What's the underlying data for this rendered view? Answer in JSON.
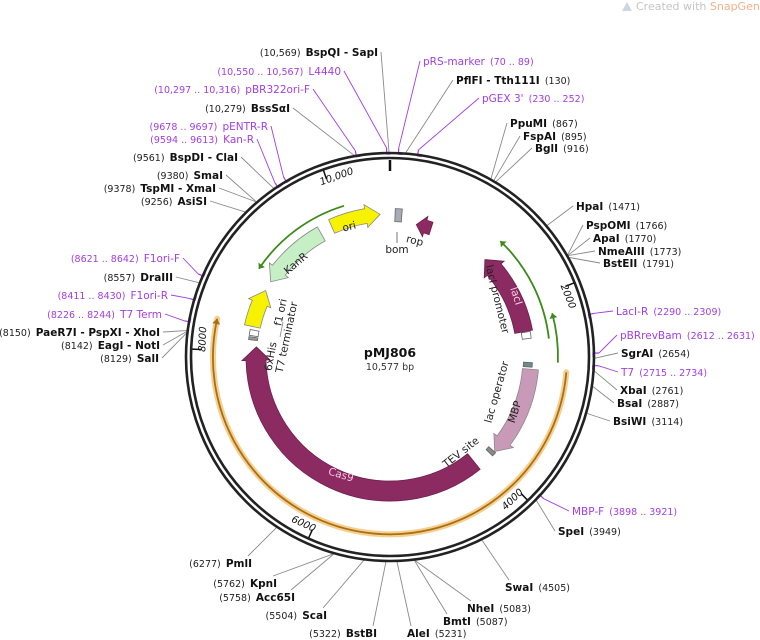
{
  "watermark": {
    "prefix": "Created with ",
    "brand": "SnapGene",
    "suffix": "®"
  },
  "plasmid": {
    "name": "pMJ806",
    "size_label": "10,577 bp",
    "length_bp": 10577
  },
  "ticks": [
    {
      "bp": 2000,
      "label": "2000"
    },
    {
      "bp": 4000,
      "label": "4000"
    },
    {
      "bp": 6000,
      "label": "6000"
    },
    {
      "bp": 8000,
      "label": "8000"
    },
    {
      "bp": 10000,
      "label": "10,000"
    }
  ],
  "colors": {
    "enzyme": "#111111",
    "primer": "#a23ee0",
    "feature_dark": "#8c2a62",
    "mbp": "#c99ab7",
    "kanr": "#c6efc6",
    "ori": "#f7f200",
    "green_arc": "#3d8a1a",
    "orange_arc": "#a86f14"
  },
  "sites": [
    {
      "type": "enzyme",
      "name": "BspQI  - SapI",
      "pos_text": "(10,569)",
      "bp": 10569
    },
    {
      "type": "primer",
      "name": "L4440",
      "pos_text": "(10,550 .. 10,567)",
      "bp": 10550
    },
    {
      "type": "primer",
      "name": "pBR322ori-F",
      "pos_text": "(10,297 .. 10,316)",
      "bp": 10297
    },
    {
      "type": "enzyme",
      "name": "BssSαI",
      "pos_text": "(10,279)",
      "bp": 10279
    },
    {
      "type": "primer",
      "name": "pENTR-R",
      "pos_text": "(9678 .. 9697)",
      "bp": 9678
    },
    {
      "type": "primer",
      "name": "Kan-R",
      "pos_text": "(9594 .. 9613)",
      "bp": 9594
    },
    {
      "type": "enzyme",
      "name": "BspDI  - ClaI",
      "pos_text": "(9561)",
      "bp": 9561
    },
    {
      "type": "enzyme",
      "name": "SmaI",
      "pos_text": "(9380)",
      "bp": 9380
    },
    {
      "type": "enzyme",
      "name": "TspMI  - XmaI",
      "pos_text": "(9378)",
      "bp": 9378
    },
    {
      "type": "enzyme",
      "name": "AsiSI",
      "pos_text": "(9256)",
      "bp": 9256
    },
    {
      "type": "primer",
      "name": "F1ori-F",
      "pos_text": "(8621 .. 8642)",
      "bp": 8621
    },
    {
      "type": "enzyme",
      "name": "DraIII",
      "pos_text": "(8557)",
      "bp": 8557
    },
    {
      "type": "primer",
      "name": "F1ori-R",
      "pos_text": "(8411 .. 8430)",
      "bp": 8411
    },
    {
      "type": "primer",
      "name": "T7 Term",
      "pos_text": "(8226 .. 8244)",
      "bp": 8226
    },
    {
      "type": "enzyme",
      "name": "PaeR7I  - PspXI  - XhoI",
      "pos_text": "(8150)",
      "bp": 8150
    },
    {
      "type": "enzyme",
      "name": "EagI  - NotI",
      "pos_text": "(8142)",
      "bp": 8142
    },
    {
      "type": "enzyme",
      "name": "SalI",
      "pos_text": "(8129)",
      "bp": 8129
    },
    {
      "type": "enzyme",
      "name": "PmlI",
      "pos_text": "(6277)",
      "bp": 6277
    },
    {
      "type": "enzyme",
      "name": "KpnI",
      "pos_text": "(5762)",
      "bp": 5762
    },
    {
      "type": "enzyme",
      "name": "Acc65I",
      "pos_text": "(5758)",
      "bp": 5758
    },
    {
      "type": "enzyme",
      "name": "ScaI",
      "pos_text": "(5504)",
      "bp": 5504
    },
    {
      "type": "enzyme",
      "name": "BstBI",
      "pos_text": "(5322)",
      "bp": 5322
    },
    {
      "type": "enzyme",
      "name": "AleI",
      "pos_text": "(5231)",
      "bp": 5231
    },
    {
      "type": "enzyme",
      "name": "BmtI",
      "pos_text": "(5087)",
      "bp": 5087
    },
    {
      "type": "enzyme",
      "name": "NheI",
      "pos_text": "(5083)",
      "bp": 5083
    },
    {
      "type": "enzyme",
      "name": "SwaI",
      "pos_text": "(4505)",
      "bp": 4505
    },
    {
      "type": "enzyme",
      "name": "SpeI",
      "pos_text": "(3949)",
      "bp": 3949
    },
    {
      "type": "primer",
      "name": "MBP-F",
      "pos_text": "(3898 .. 3921)",
      "bp": 3898
    },
    {
      "type": "enzyme",
      "name": "BsiWI",
      "pos_text": "(3114)",
      "bp": 3114
    },
    {
      "type": "enzyme",
      "name": "BsaI",
      "pos_text": "(2887)",
      "bp": 2887
    },
    {
      "type": "enzyme",
      "name": "XbaI",
      "pos_text": "(2761)",
      "bp": 2761
    },
    {
      "type": "primer",
      "name": "T7",
      "pos_text": "(2715 .. 2734)",
      "bp": 2715
    },
    {
      "type": "enzyme",
      "name": "SgrAI",
      "pos_text": "(2654)",
      "bp": 2654
    },
    {
      "type": "primer",
      "name": "pBRrevBam",
      "pos_text": "(2612 .. 2631)",
      "bp": 2612
    },
    {
      "type": "primer",
      "name": "LacI-R",
      "pos_text": "(2290 .. 2309)",
      "bp": 2290
    },
    {
      "type": "enzyme",
      "name": "BstEII",
      "pos_text": "(1791)",
      "bp": 1791
    },
    {
      "type": "enzyme",
      "name": "NmeAIII",
      "pos_text": "(1773)",
      "bp": 1773
    },
    {
      "type": "enzyme",
      "name": "ApaI",
      "pos_text": "(1770)",
      "bp": 1770
    },
    {
      "type": "enzyme",
      "name": "PspOMI",
      "pos_text": "(1766)",
      "bp": 1766
    },
    {
      "type": "enzyme",
      "name": "HpaI",
      "pos_text": "(1471)",
      "bp": 1471
    },
    {
      "type": "enzyme",
      "name": "BglI",
      "pos_text": "(916)",
      "bp": 916
    },
    {
      "type": "enzyme",
      "name": "FspAI",
      "pos_text": "(895)",
      "bp": 895
    },
    {
      "type": "enzyme",
      "name": "PpuMI",
      "pos_text": "(867)",
      "bp": 867
    },
    {
      "type": "primer",
      "name": "pGEX 3'",
      "pos_text": "(230 .. 252)",
      "bp": 230
    },
    {
      "type": "enzyme",
      "name": "PflFI  - Tth111I",
      "pos_text": "(130)",
      "bp": 130
    },
    {
      "type": "primer",
      "name": "pRS-marker",
      "pos_text": "(70 .. 89)",
      "bp": 70
    }
  ],
  "features": [
    {
      "name": "Cas9",
      "start": 4150,
      "end": 8060,
      "dir": "cw",
      "kind": "arrow",
      "color": "#8c2a62"
    },
    {
      "name": "MBP",
      "start": 2790,
      "end": 3880,
      "dir": "cw",
      "kind": "arrow",
      "color": "#c99ab7"
    },
    {
      "name": "lacI",
      "start": 1300,
      "end": 2330,
      "dir": "ccw",
      "kind": "arrow",
      "color": "#8c2a62"
    },
    {
      "name": "KanR",
      "start": 8880,
      "end": 9720,
      "dir": "ccw",
      "kind": "arrow",
      "color": "#c6efc6"
    },
    {
      "name": "ori",
      "start": 9870,
      "end": 10460,
      "dir": "cw",
      "kind": "arrow",
      "color": "#f7f200"
    },
    {
      "name": "f1 ori",
      "start": 8300,
      "end": 8760,
      "dir": "cw",
      "kind": "arrow",
      "color": "#f7f200"
    },
    {
      "name": "rop",
      "start": 330,
      "end": 520,
      "dir": "ccw",
      "kind": "arrow",
      "color": "#8c2a62"
    },
    {
      "name": "bom",
      "start": 60,
      "end": 140,
      "dir": "none",
      "kind": "box",
      "color": "#a8acb2"
    },
    {
      "name": "lacI promoter",
      "start": 2340,
      "end": 2420,
      "dir": "none",
      "kind": "box",
      "color": "#ffffff"
    },
    {
      "name": "lac operator",
      "start": 2710,
      "end": 2765,
      "dir": "none",
      "kind": "box",
      "color": "#6f8a8a"
    },
    {
      "name": "TEV site",
      "start": 3885,
      "end": 3935,
      "dir": "none",
      "kind": "box",
      "color": "#8a8a8a"
    },
    {
      "name": "6xHis",
      "start": 8140,
      "end": 8175,
      "dir": "none",
      "kind": "box",
      "color": "#9a9a9a"
    },
    {
      "name": "T7 terminator",
      "start": 8190,
      "end": 8260,
      "dir": "none",
      "kind": "box",
      "color": "#ffffff"
    }
  ],
  "orfs": [
    {
      "start": 8930,
      "end": 10080,
      "dir": "ccw",
      "color": "#3d8a1a"
    },
    {
      "start": 1280,
      "end": 2450,
      "dir": "ccw",
      "color": "#3d8a1a"
    },
    {
      "start": 2200,
      "end": 2700,
      "dir": "ccw",
      "color": "#3d8a1a"
    },
    {
      "start": 2790,
      "end": 8300,
      "dir": "cw",
      "color": "#a86f14"
    }
  ]
}
